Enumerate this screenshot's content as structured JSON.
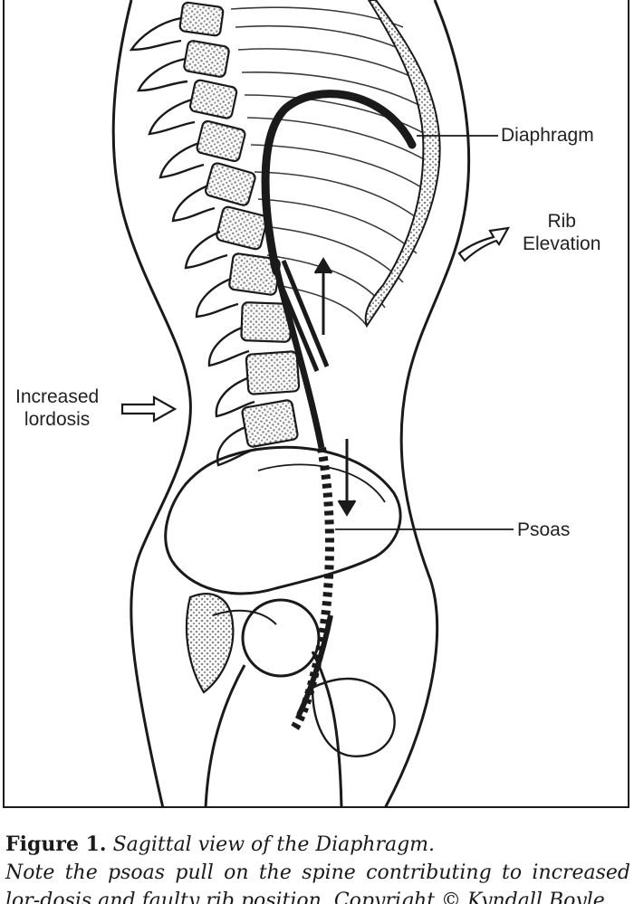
{
  "labels": {
    "diaphragm": "Diaphragm",
    "rib_line1": "Rib",
    "rib_line2": "Elevation",
    "lordosis_line1": "Increased",
    "lordosis_line2": "lordosis",
    "psoas": "Psoas"
  },
  "caption": {
    "figure_number": "Figure 1.",
    "title": "Sagittal view of the Diaphragm.",
    "note": "Note the psoas pull on the spine contributing to increased lor-dosis and faulty rib position. Copyright © Kyndall Boyle"
  },
  "colors": {
    "ink": "#1a1a1a",
    "stipple": "#9a9a9a"
  }
}
